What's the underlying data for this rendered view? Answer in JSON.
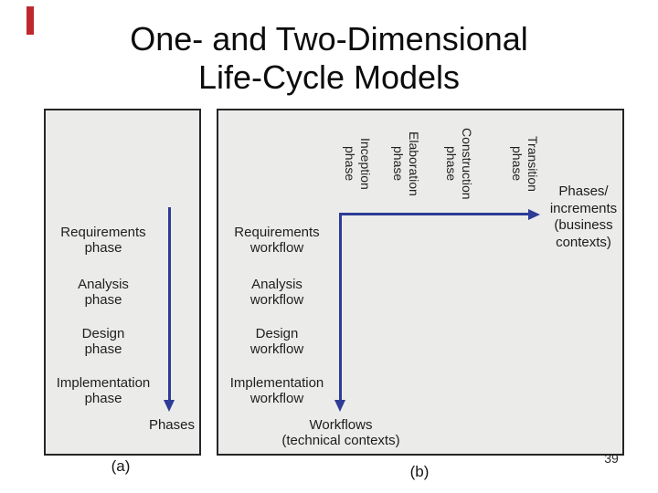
{
  "slide": {
    "title_line1": "One- and Two-Dimensional",
    "title_line2": "Life-Cycle Models",
    "page_number": "39",
    "accent_color": "#c0272d",
    "arrow_color": "#2d3c96",
    "panel_fill_color": "#ebebe9"
  },
  "panel_a": {
    "caption": "(a)",
    "rows": [
      {
        "line1": "Requirements",
        "line2": "phase"
      },
      {
        "line1": "Analysis",
        "line2": "phase"
      },
      {
        "line1": "Design",
        "line2": "phase"
      },
      {
        "line1": "Implementation",
        "line2": "phase"
      }
    ],
    "axis_label": "Phases"
  },
  "panel_b": {
    "caption": "(b)",
    "columns": [
      {
        "line1": "Inception",
        "line2": "phase"
      },
      {
        "line1": "Elaboration",
        "line2": "phase"
      },
      {
        "line1": "Construction",
        "line2": "phase"
      },
      {
        "line1": "Transition",
        "line2": "phase"
      }
    ],
    "rows": [
      {
        "line1": "Requirements",
        "line2": "workflow"
      },
      {
        "line1": "Analysis",
        "line2": "workflow"
      },
      {
        "line1": "Design",
        "line2": "workflow"
      },
      {
        "line1": "Implementation",
        "line2": "workflow"
      }
    ],
    "x_axis_label": {
      "l1": "Phases/",
      "l2": "increments",
      "l3": "(business",
      "l4": "contexts)"
    },
    "y_axis_label": {
      "l1": "Workflows",
      "l2": "(technical contexts)"
    }
  }
}
